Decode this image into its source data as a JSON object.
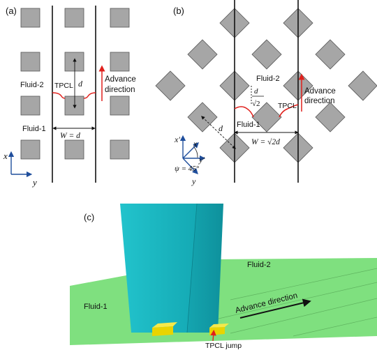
{
  "panel_a": {
    "label": "(a)",
    "fluid_top": "Fluid-2",
    "fluid_bottom": "Fluid-1",
    "tpcl": "TPCL",
    "d_symbol": "d",
    "width_eq": "W = d",
    "advance_1": "Advance",
    "advance_2": "direction",
    "axis_x": "x",
    "axis_y": "y"
  },
  "panel_b": {
    "label": "(b)",
    "fluid_top": "Fluid-2",
    "fluid_bottom": "Fluid-1",
    "tpcl": "TPCL",
    "d_symbol": "d",
    "frac_num": "d",
    "frac_den": "√2",
    "width_eq": "W = √2d",
    "advance_1": "Advance",
    "advance_2": "direction",
    "axis_x": "x",
    "axis_y": "y",
    "axis_xp": "x′",
    "axis_yp": "y′",
    "angle": "ψ = 45°"
  },
  "panel_c": {
    "label": "(c)",
    "fluid_top": "Fluid-2",
    "fluid_bottom": "Fluid-1",
    "advance": "Advance direction",
    "jump": "TPCL jump"
  },
  "colors": {
    "pillar_fill": "#a6a6a6",
    "pillar_stroke": "#555555",
    "interface_red": "#e0201c",
    "axis_blue": "#1f4e9c",
    "ground_green": "#7fe07f",
    "fluid_teal": "#1fb5c0",
    "fluid_teal_dark": "#0f9aa6",
    "jump_yellow": "#e8d400"
  }
}
